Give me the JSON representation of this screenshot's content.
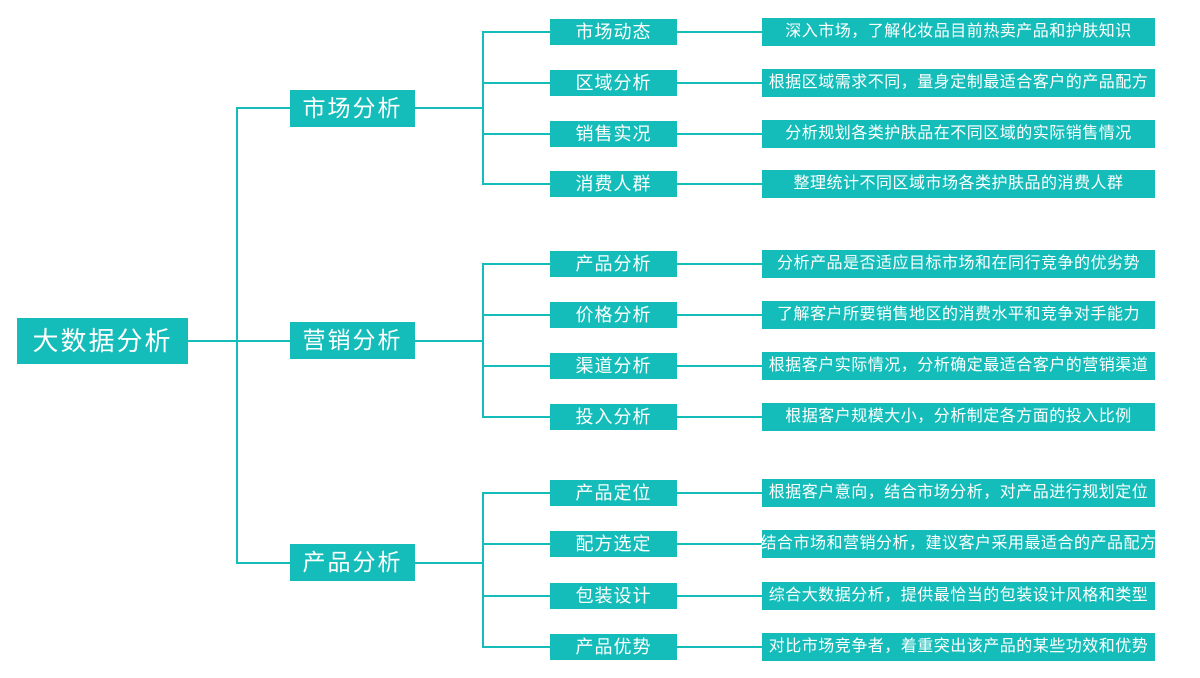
{
  "diagram": {
    "root": {
      "label": "大数据分析"
    },
    "branches": [
      {
        "label": "市场分析",
        "children": [
          {
            "label": "市场动态",
            "desc": "深入市场，了解化妆品目前热卖产品和护肤知识"
          },
          {
            "label": "区域分析",
            "desc": "根据区域需求不同，量身定制最适合客户的产品配方"
          },
          {
            "label": "销售实况",
            "desc": "分析规划各类护肤品在不同区域的实际销售情况"
          },
          {
            "label": "消费人群",
            "desc": "整理统计不同区域市场各类护肤品的消费人群"
          }
        ]
      },
      {
        "label": "营销分析",
        "children": [
          {
            "label": "产品分析",
            "desc": "分析产品是否适应目标市场和在同行竞争的优劣势"
          },
          {
            "label": "价格分析",
            "desc": "了解客户所要销售地区的消费水平和竞争对手能力"
          },
          {
            "label": "渠道分析",
            "desc": "根据客户实际情况，分析确定最适合客户的营销渠道"
          },
          {
            "label": "投入分析",
            "desc": "根据客户规模大小，分析制定各方面的投入比例"
          }
        ]
      },
      {
        "label": "产品分析",
        "children": [
          {
            "label": "产品定位",
            "desc": "根据客户意向，结合市场分析，对产品进行规划定位"
          },
          {
            "label": "配方选定",
            "desc": "结合市场和营销分析，建议客户采用最适合的产品配方"
          },
          {
            "label": "包装设计",
            "desc": "综合大数据分析，提供最恰当的包装设计风格和类型"
          },
          {
            "label": "产品优势",
            "desc": "对比市场竞争者，着重突出该产品的某些功效和优势"
          }
        ]
      }
    ],
    "colors": {
      "accent": "#15bdba",
      "text_on_accent": "#ffffff",
      "background": "#ffffff"
    }
  }
}
